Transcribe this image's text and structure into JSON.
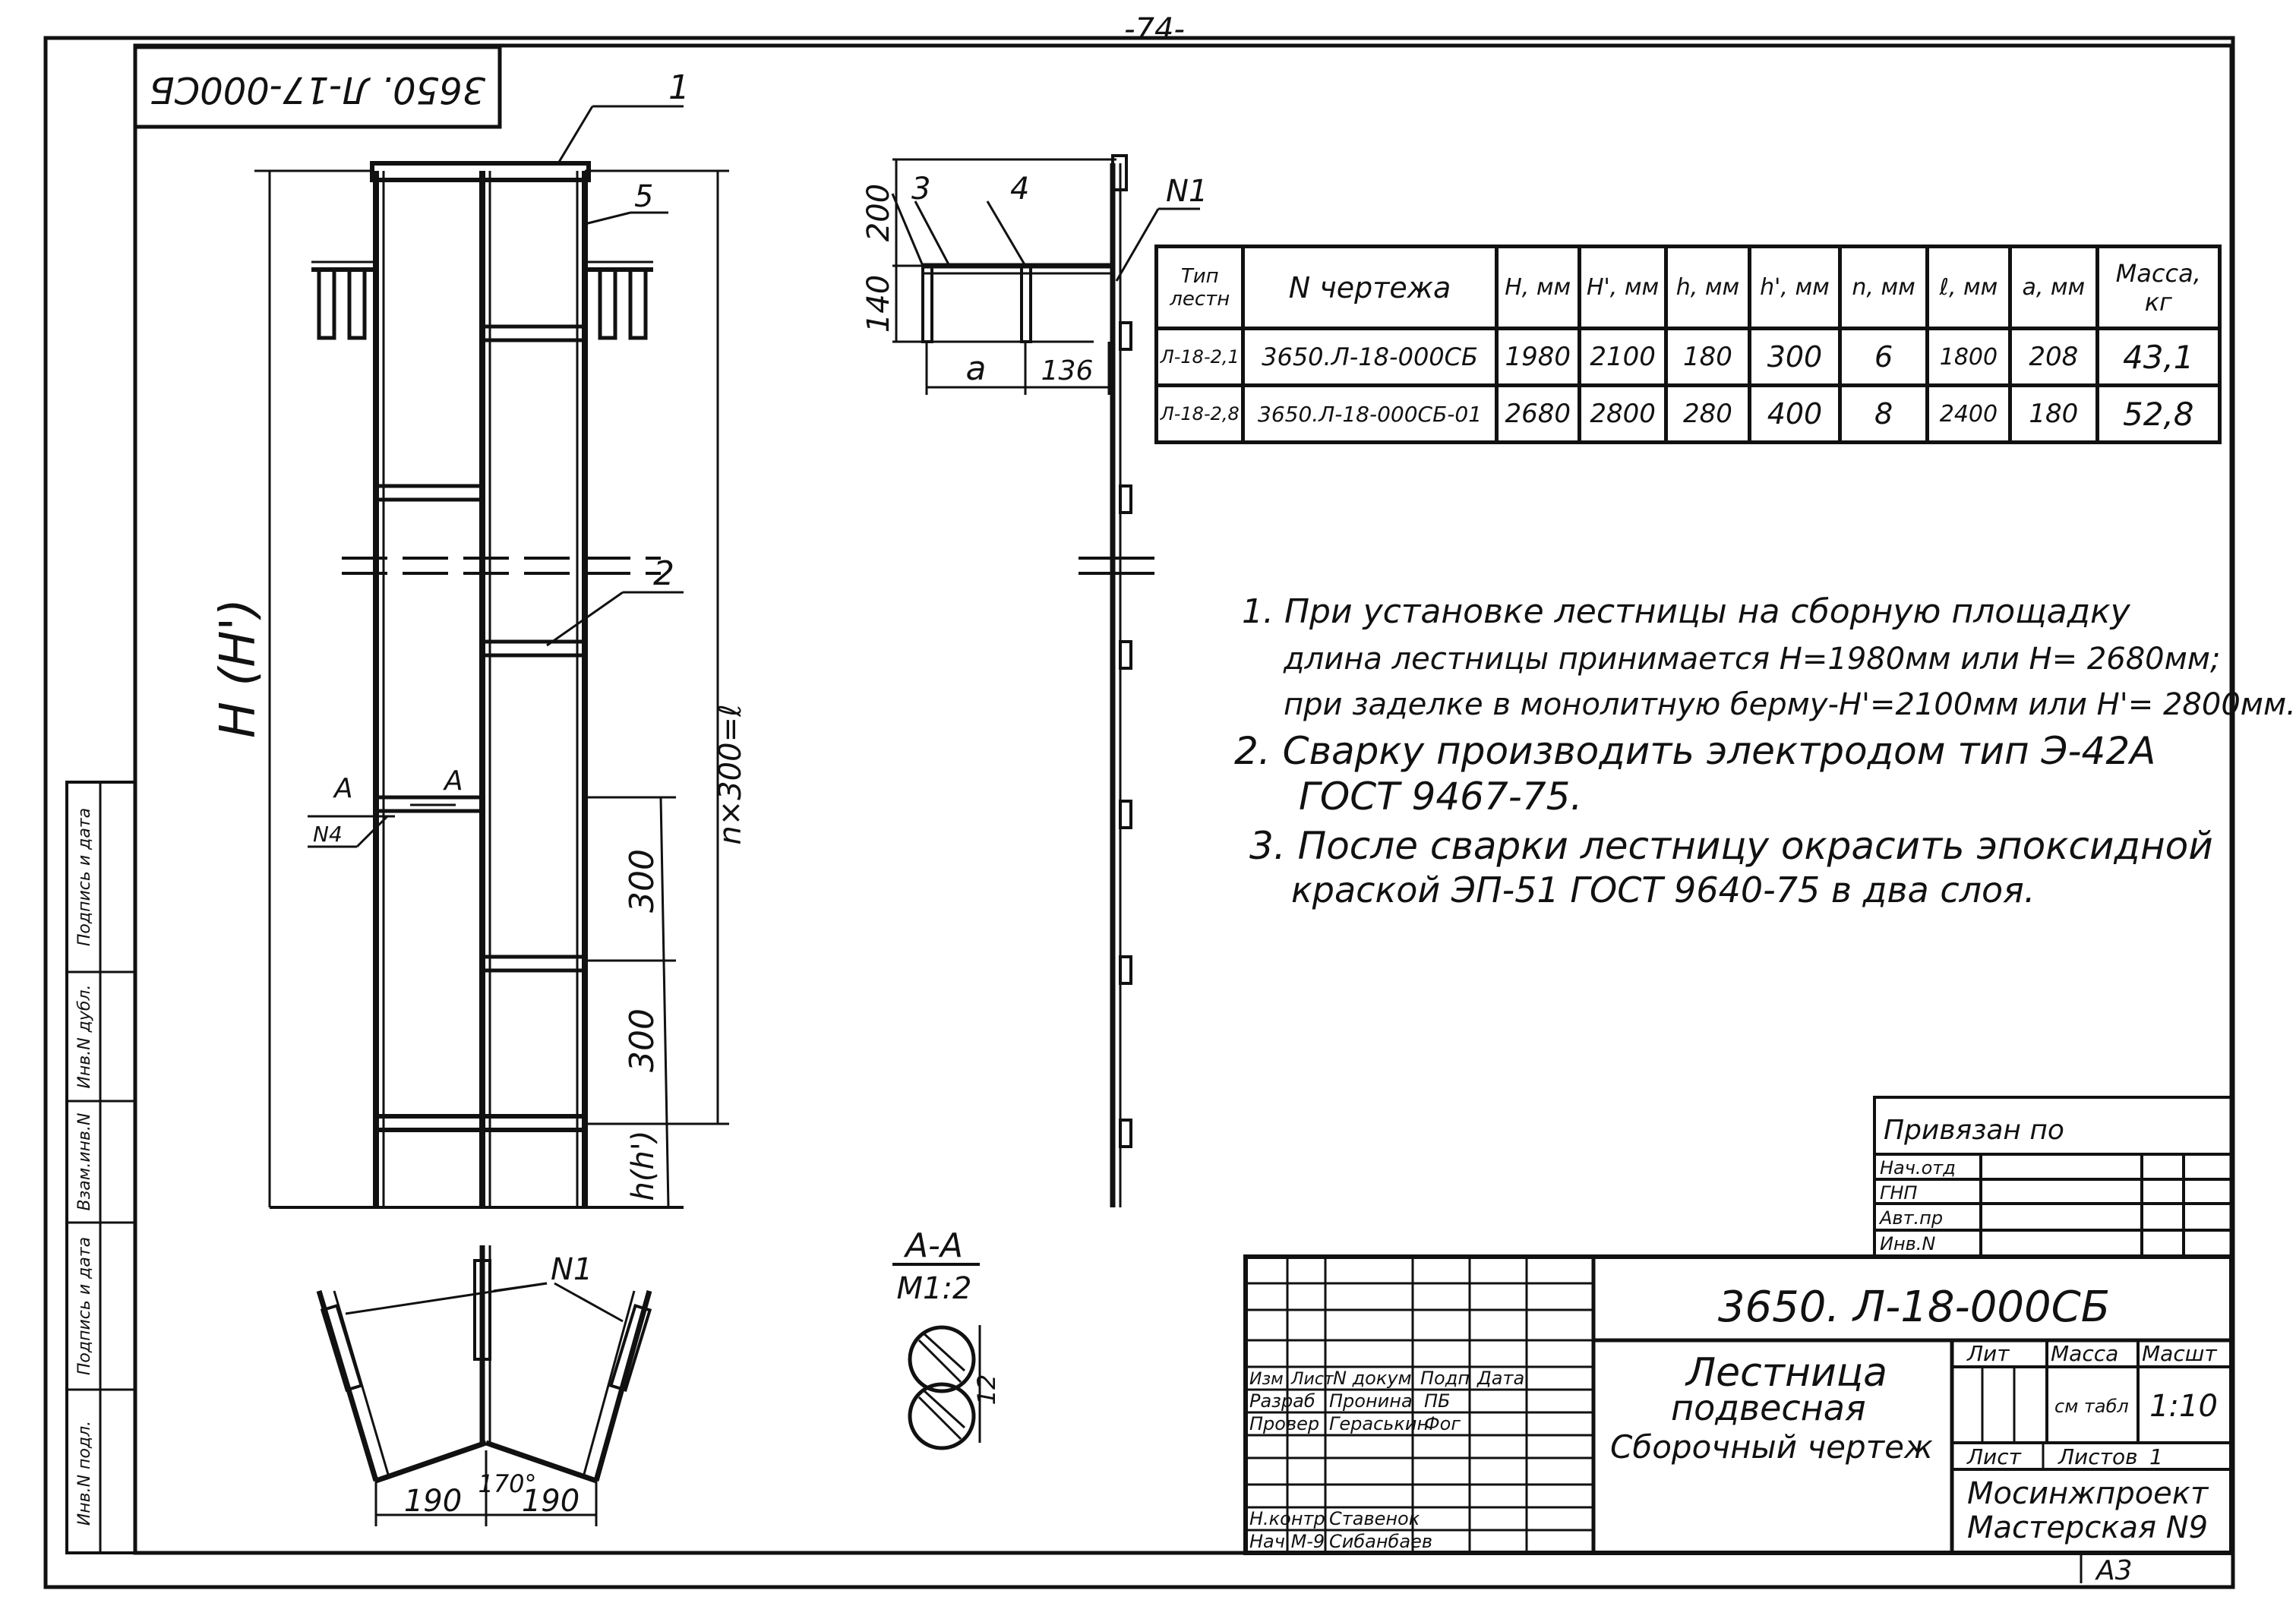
{
  "page_number": "-74-",
  "doc_code_rotated": "3650. Л-17-000СБ",
  "drawing": {
    "H_label": "H (H')",
    "h_label": "h(h')",
    "n_label": "n×300=ℓ",
    "dim_300": "300",
    "callouts": [
      "1",
      "5",
      "2"
    ],
    "section_mark": "А",
    "n4_label": "N4",
    "n1_label": "N1",
    "dims_side": {
      "top": "200",
      "mid": "140",
      "a": "a",
      "b": "136"
    },
    "side_callouts": [
      "3",
      "4"
    ],
    "bottom_dims": [
      "190",
      "190",
      "170°"
    ],
    "section_title": "А-А",
    "section_scale": "М1:2",
    "section_dim": "12"
  },
  "spec_table": {
    "headers": [
      "Тип лестн",
      "N чертежа",
      "H, мм",
      "H', мм",
      "h, мм",
      "h', мм",
      "n, мм",
      "ℓ, мм",
      "a, мм",
      "Масса, кг"
    ],
    "rows": [
      [
        "Л-18-2,1",
        "3650.Л-18-000СБ",
        "1980",
        "2100",
        "180",
        "300",
        "6",
        "1800",
        "208",
        "43,1"
      ],
      [
        "Л-18-2,8",
        "3650.Л-18-000СБ-01",
        "2680",
        "2800",
        "280",
        "400",
        "8",
        "2400",
        "180",
        "52,8"
      ]
    ]
  },
  "notes": [
    "1. При установке лестницы на сборную площадку",
    "длина лестницы принимается H=1980мм или H= 2680мм;",
    "при заделке в монолитную берму-H'=2100мм или H'= 2800мм.",
    "2. Сварку производить электродом тип Э-42А",
    "ГОСТ 9467-75.",
    "3. После сварки лестницу окрасить эпоксидной",
    "краской ЭП-51 ГОСТ 9640-75 в два слоя."
  ],
  "binding_box": {
    "title": "Привязан по",
    "rows": [
      "Нач.отд",
      "ГНП",
      "Авт.пр",
      "Инв.N"
    ]
  },
  "title_block": {
    "doc_number": "3650. Л-18-000СБ",
    "title_lines": [
      "Лестница",
      "подвесная",
      "Сборочный чертеж"
    ],
    "col_headers": [
      "Изм",
      "Лист",
      "N докум",
      "Подп",
      "Дата"
    ],
    "people": [
      {
        "role": "Разраб",
        "name": "Пронина",
        "sign": "ПБ"
      },
      {
        "role": "Провер",
        "name": "Гераськин",
        "sign": "Фог"
      },
      {
        "role": "Н.контр",
        "name": "Ставенок",
        "sign": ""
      },
      {
        "role": "Нач М-9",
        "name": "Сибанбаев",
        "sign": ""
      }
    ],
    "lit_label": "Лит",
    "mass_label": "Масса",
    "scale_label": "Масшт",
    "mass_value": "см табл",
    "scale_value": "1:10",
    "sheet_label": "Лист",
    "sheets_label": "Листов",
    "sheets_value": "1",
    "org": [
      "Мосинжпроект",
      "Мастерская N9"
    ],
    "format": "А3"
  },
  "side_stamp": [
    "Инв.N подл.",
    "Подпись и дата",
    "Взам.инв.N",
    "Инв.N дубл.",
    "Подпись и дата"
  ]
}
